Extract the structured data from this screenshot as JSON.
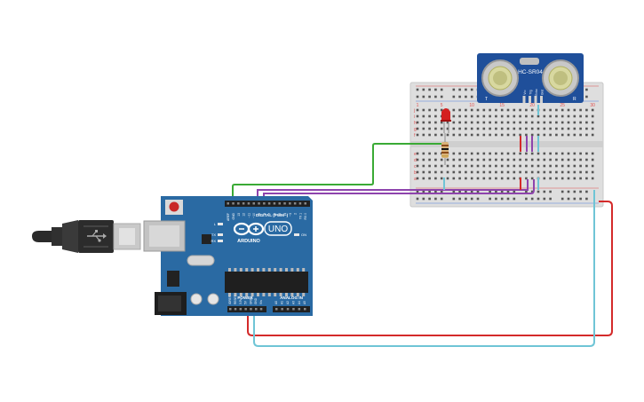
{
  "board": {
    "brand": "ARDUINO",
    "model": "UNO",
    "digital_label": "DIGITAL (PWM~)",
    "power_label": "POWER",
    "analog_label": "ANALOG IN",
    "led_labels": [
      "L",
      "TX",
      "RX"
    ],
    "on_label": "ON",
    "top_pins": [
      "AREF",
      "GND",
      "13",
      "12",
      "~11",
      "~10",
      "~9",
      "8",
      "7",
      "~6",
      "~5",
      "4",
      "~3",
      "2",
      "TX 1",
      "RX 0"
    ],
    "power_pins": [
      "IOREF",
      "RESET",
      "3.3V",
      "5V",
      "GND",
      "GND",
      "Vin"
    ],
    "analog_pins": [
      "A0",
      "A1",
      "A2",
      "A3",
      "A4",
      "A5"
    ]
  },
  "sensor": {
    "model": "HC-SR04",
    "pins": [
      "Vcc",
      "Trig",
      "Echo",
      "Gnd"
    ],
    "left_mark": "T",
    "right_mark": "R"
  },
  "breadboard": {
    "col_numbers": [
      "1",
      "5",
      "10",
      "15",
      "20",
      "25",
      "30"
    ],
    "row_letters_top": [
      "j",
      "i",
      "h",
      "g",
      "f"
    ],
    "row_letters_bottom": [
      "e",
      "d",
      "c",
      "b",
      "a"
    ]
  },
  "colors": {
    "board": "#2a6aa3",
    "board_dark": "#1d5588",
    "breadboard": "#dcdcdc",
    "sensor": "#1f4f9a",
    "wire_green": "#3aaa35",
    "wire_purple": "#8e44ad",
    "wire_red": "#d42a2a",
    "wire_cyan": "#6fc5d6",
    "led": "#d42020"
  }
}
